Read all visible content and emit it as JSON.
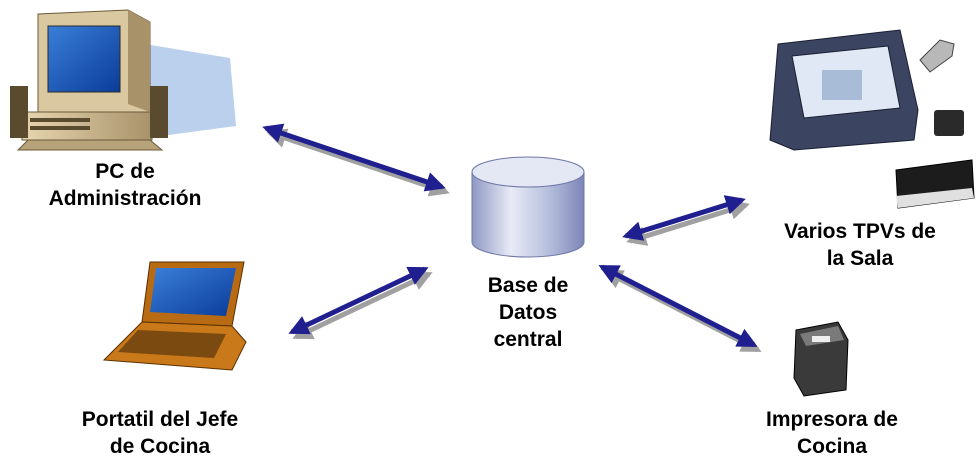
{
  "nodes": {
    "pc": {
      "line1": "PC de",
      "line2": "Administración",
      "icon": "desktop-computer-icon"
    },
    "laptop": {
      "line1": "Portatil del Jefe",
      "line2": "de Cocina",
      "icon": "laptop-icon"
    },
    "database": {
      "line1": "Base de",
      "line2": "Datos",
      "line3": "central",
      "icon": "database-cylinder-icon"
    },
    "pos": {
      "line1": "Varios TPVs de",
      "line2": "la Sala",
      "icon": "pos-terminal-icon"
    },
    "printer": {
      "line1": "Impresora de",
      "line2": "Cocina",
      "icon": "receipt-printer-icon"
    }
  },
  "colors": {
    "arrow": "#1f1f8f",
    "arrow_shadow": "#9a9a9a",
    "cylinder_top": "#dfe3f2",
    "cylinder_body": "#b7bfdc"
  }
}
